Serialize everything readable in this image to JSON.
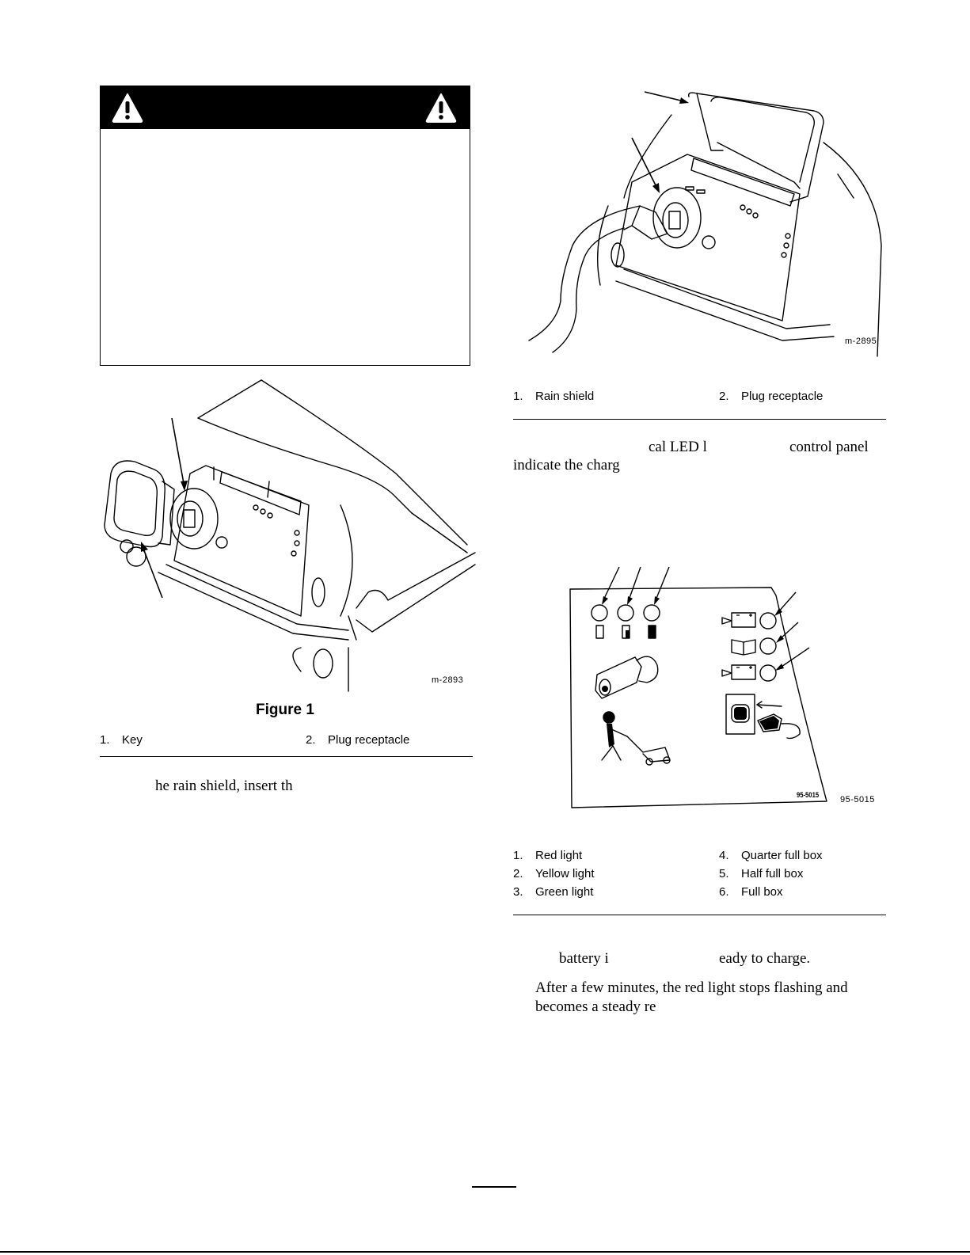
{
  "warning": {
    "icons": [
      "warning-triangle-icon",
      "warning-triangle-icon"
    ]
  },
  "figure1": {
    "label": "Figure 1",
    "image_id": "m-2893",
    "callouts": [
      {
        "num": "1.",
        "text": "Key"
      },
      {
        "num": "2.",
        "text": "Plug receptacle"
      }
    ]
  },
  "left_body": {
    "fragment": "he rain shield, insert th"
  },
  "figure2": {
    "image_id": "m-2895",
    "callouts": [
      {
        "num": "1.",
        "text": "Rain shield"
      },
      {
        "num": "2.",
        "text": "Plug receptacle"
      }
    ]
  },
  "right_body": {
    "line1_a": "cal LED l",
    "line1_b": "control panel",
    "line2": "indicate the charg"
  },
  "figure3": {
    "decal_id": "95-5015",
    "image_id": "95-5015",
    "callouts_left": [
      {
        "num": "1.",
        "text": "Red light"
      },
      {
        "num": "2.",
        "text": "Yellow light"
      },
      {
        "num": "3.",
        "text": "Green light"
      }
    ],
    "callouts_right": [
      {
        "num": "4.",
        "text": "Quarter full box"
      },
      {
        "num": "5.",
        "text": "Half full box"
      },
      {
        "num": "6.",
        "text": "Full box"
      }
    ]
  },
  "steps": {
    "step1_a": "battery i",
    "step1_b": "eady to charge.",
    "step2_line1": "After a few minutes, the red light stops flashing and",
    "step2_line2": "becomes a steady re"
  }
}
